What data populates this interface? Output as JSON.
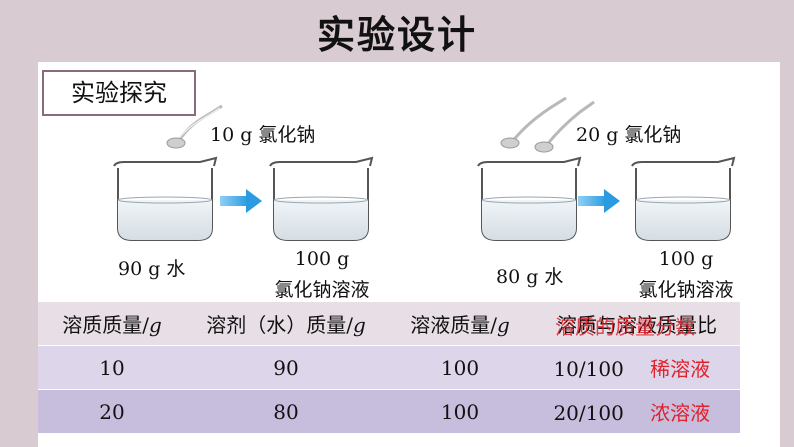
{
  "slide": {
    "title": "实验设计",
    "tag": "实验探究"
  },
  "experiment1": {
    "solute_label": "10 g 氯化钠",
    "water_label": "90 g 水",
    "result_mass": "100 g",
    "result_name": "氯化钠溶液"
  },
  "experiment2": {
    "solute_label": "20 g 氯化钠",
    "water_label": "80 g 水",
    "result_mass": "100 g",
    "result_name": "氯化钠溶液"
  },
  "table": {
    "headers": [
      "溶质质量/g",
      "溶剂（水）质量/g",
      "溶液质量/g",
      "溶质的质量分数",
      "溶质与溶液质量比"
    ],
    "header_unit": "g",
    "rows": [
      {
        "solute": "10",
        "solvent": "90",
        "solution": "100",
        "ratio": "10/100",
        "description": "稀溶液"
      },
      {
        "solute": "20",
        "solvent": "80",
        "solution": "100",
        "ratio": "20/100",
        "description": "浓溶液"
      }
    ]
  },
  "colors": {
    "header_band": "#d9cbd2",
    "arrow": "#3aa7e8",
    "accent_red": "#e0202a",
    "row1": "#ddd6ea",
    "row2": "#c7bedd"
  }
}
